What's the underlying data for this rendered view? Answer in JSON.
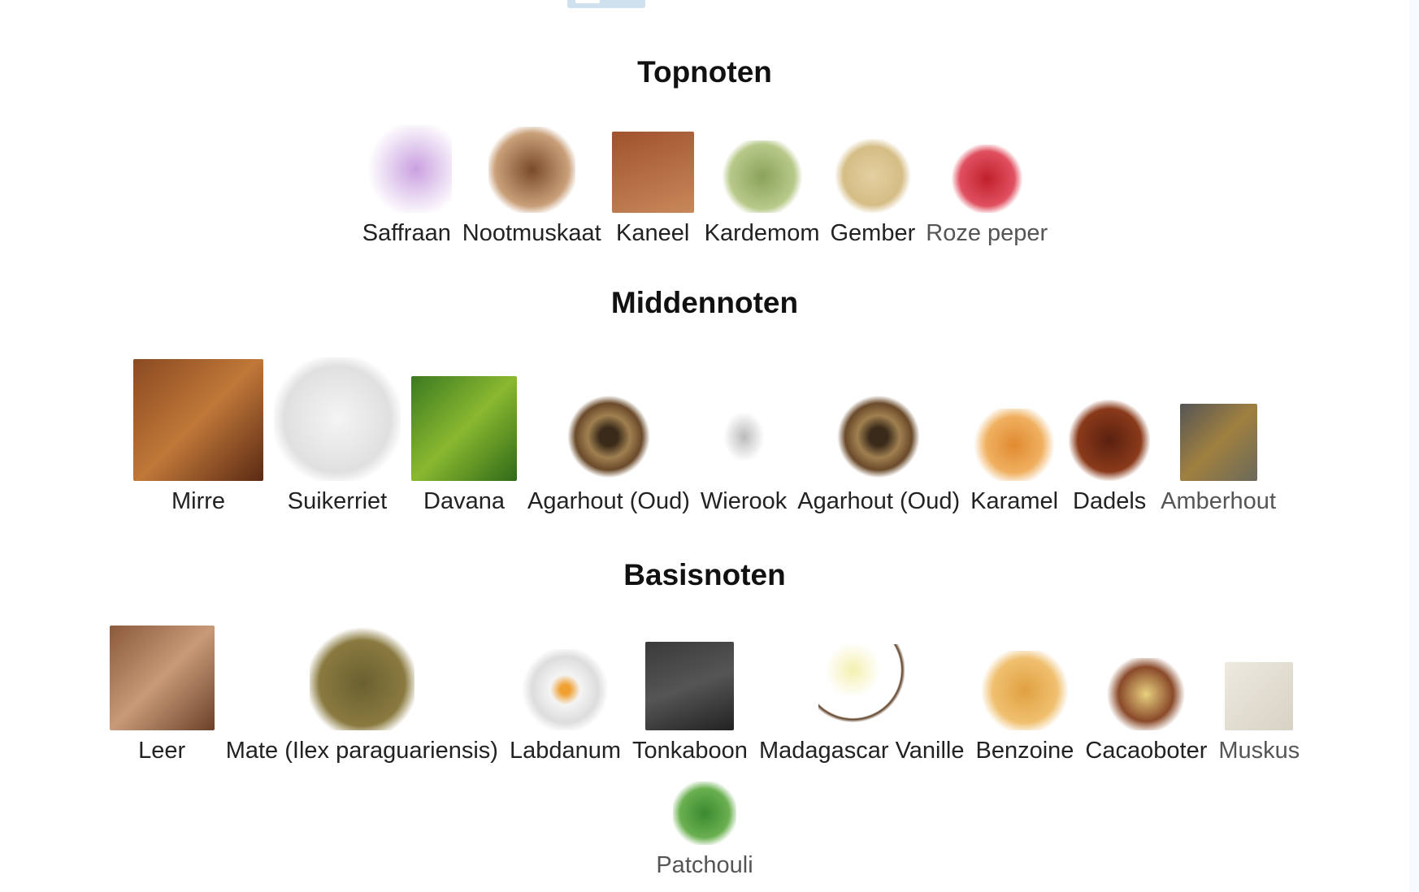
{
  "sections": [
    {
      "title": "Topnoten",
      "items": [
        {
          "label": "Saffraan",
          "icon": "saffron-image"
        },
        {
          "label": "Nootmuskaat",
          "icon": "nutmeg-image"
        },
        {
          "label": "Kaneel",
          "icon": "cinnamon-image"
        },
        {
          "label": "Kardemom",
          "icon": "cardamom-image"
        },
        {
          "label": "Gember",
          "icon": "ginger-image"
        },
        {
          "label": "Roze peper",
          "icon": "pink-pepper-image"
        }
      ]
    },
    {
      "title": "Middennoten",
      "items": [
        {
          "label": "Mirre",
          "icon": "myrrh-image"
        },
        {
          "label": "Suikerriet",
          "icon": "sugar-cane-image"
        },
        {
          "label": "Davana",
          "icon": "davana-image"
        },
        {
          "label": "Agarhout (Oud)",
          "icon": "agarwood-image"
        },
        {
          "label": "Wierook",
          "icon": "incense-image"
        },
        {
          "label": "Agarhout (Oud)",
          "icon": "agarwood-image"
        },
        {
          "label": "Karamel",
          "icon": "caramel-image"
        },
        {
          "label": "Dadels",
          "icon": "dates-image"
        },
        {
          "label": "Amberhout",
          "icon": "amberwood-image"
        }
      ]
    },
    {
      "title": "Basisnoten",
      "items": [
        {
          "label": "Leer",
          "icon": "leather-image"
        },
        {
          "label": "Mate (Ilex paraguariensis)",
          "icon": "mate-image"
        },
        {
          "label": "Labdanum",
          "icon": "labdanum-image"
        },
        {
          "label": "Tonkaboon",
          "icon": "tonka-bean-image"
        },
        {
          "label": "Madagascar Vanille",
          "icon": "vanilla-image"
        },
        {
          "label": "Benzoine",
          "icon": "benzoin-image"
        },
        {
          "label": "Cacaoboter",
          "icon": "cocoa-butter-image"
        },
        {
          "label": "Muskus",
          "icon": "musk-image"
        },
        {
          "label": "Patchouli",
          "icon": "patchouli-image"
        }
      ]
    }
  ],
  "colors": {
    "tab": "#cfe0ef",
    "heading": "#111111",
    "label": "#222222"
  }
}
